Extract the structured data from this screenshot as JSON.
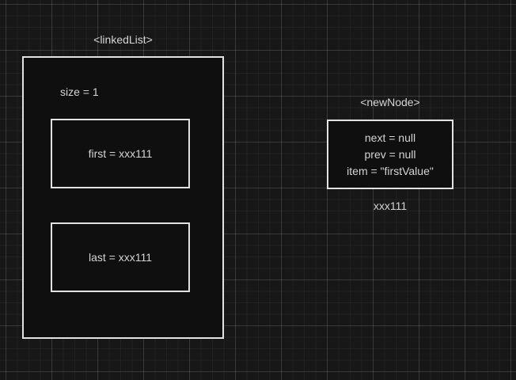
{
  "colors": {
    "canvas_bg": "#171717",
    "grid_minor": "rgba(255,255,255,0.045)",
    "grid_major": "rgba(255,255,255,0.10)",
    "shape_fill": "#0f0f0f",
    "shape_stroke": "#e2e2e2",
    "text": "#d4d4d4"
  },
  "diagram": {
    "linked_list": {
      "label": "<linkedList>",
      "size_field": "size = 1",
      "first_box": "first = xxx111",
      "last_box": "last = xxx111"
    },
    "new_node": {
      "label": "<newNode>",
      "lines": [
        "next = null",
        "prev = null",
        "item = \"firstValue\""
      ],
      "ref_label": "xxx111"
    }
  }
}
